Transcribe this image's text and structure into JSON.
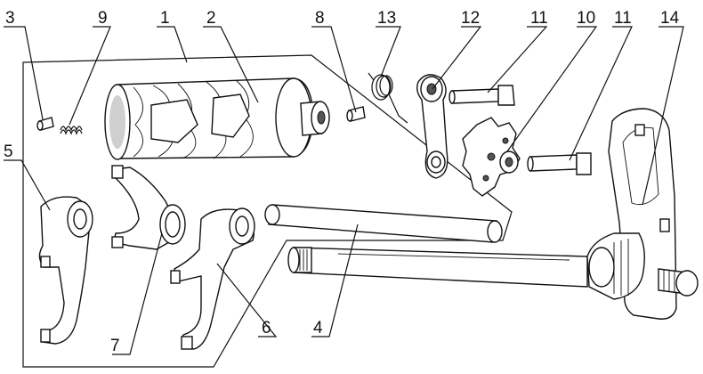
{
  "figure": {
    "callouts": [
      {
        "id": "c3",
        "number": "3"
      },
      {
        "id": "c9",
        "number": "9"
      },
      {
        "id": "c1",
        "number": "1"
      },
      {
        "id": "c2",
        "number": "2"
      },
      {
        "id": "c8",
        "number": "8"
      },
      {
        "id": "c13",
        "number": "13"
      },
      {
        "id": "c12",
        "number": "12"
      },
      {
        "id": "c11a",
        "number": "11"
      },
      {
        "id": "c10",
        "number": "10"
      },
      {
        "id": "c11b",
        "number": "11"
      },
      {
        "id": "c14",
        "number": "14"
      },
      {
        "id": "c5",
        "number": "5"
      },
      {
        "id": "c7",
        "number": "7"
      },
      {
        "id": "c6",
        "number": "6"
      },
      {
        "id": "c4",
        "number": "4"
      }
    ]
  }
}
